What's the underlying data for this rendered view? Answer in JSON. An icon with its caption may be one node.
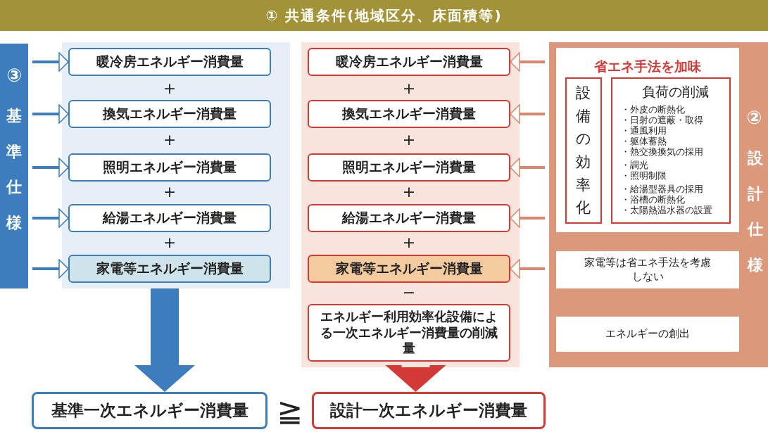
{
  "diagram": {
    "nodes": [
      {
        "text": [
          "① 共通条件(地域区分、床面積等)"
        ]
      },
      {
        "text": [
          "③",
          "基準仕様"
        ]
      },
      {
        "text": [],
        "shape": "box"
      },
      {
        "text": [
          "暖冷房エネルギー消費量"
        ],
        "in": 2
      },
      {
        "text": [
          "換気エネルギー消費量"
        ],
        "in": 2
      },
      {
        "text": [
          "照明エネルギー消費量"
        ],
        "in": 2
      },
      {
        "text": [
          "給湯エネルギー消費量"
        ],
        "in": 2
      },
      {
        "text": [
          "家電等エネルギー消費量"
        ],
        "in": 2
      },
      {
        "text": [],
        "shape": "box"
      },
      {
        "text": [
          "暖冷房エネルギー消費量"
        ],
        "in": 8
      },
      {
        "text": [
          "換気エネルギー消費量"
        ],
        "in": 8
      },
      {
        "text": [
          "照明エネルギー消費量"
        ],
        "in": 8
      },
      {
        "text": [
          "給湯エネルギー消費量"
        ],
        "in": 8
      },
      {
        "text": [
          "家電等エネルギー消費量"
        ],
        "in": 8
      },
      {
        "text": [
          "エネルギー利用効率化設備による一次エネルギー消費量の削減量"
        ],
        "in": 8
      },
      {
        "text": [
          "②",
          "設計仕様"
        ]
      },
      {
        "text": [
          "省エネ手法を加味"
        ],
        "in": 15
      },
      {
        "text": [
          "設備の効率化"
        ],
        "in": 16
      },
      {
        "text": [
          "負荷の削減",
          "・外皮の断熱化",
          "・日射の遮蔽・取得",
          "・通風利用",
          "・躯体蓄熱",
          "・熱交換換気の採用",
          "・調光",
          "・照明制限",
          "・給湯型器具の採用",
          "・浴槽の断熱化",
          "・太陽熱温水器の設置"
        ],
        "in": 16
      },
      {
        "text": [
          "家電等は省エネ手法を考慮しない"
        ],
        "in": 15
      },
      {
        "text": [
          "エネルギーの創出"
        ],
        "in": 15
      },
      {
        "text": [
          "基準一次エネルギー消費量"
        ]
      },
      {
        "text": [
          "設計一次エネルギー消費量"
        ]
      }
    ],
    "edges": [
      {
        "from": 1,
        "to": 3,
        "arrow": "to",
        "color": "#3b7dbd"
      },
      {
        "from": 1,
        "to": 4,
        "arrow": "to",
        "color": "#3b7dbd"
      },
      {
        "from": 1,
        "to": 5,
        "arrow": "to",
        "color": "#3b7dbd"
      },
      {
        "from": 1,
        "to": 6,
        "arrow": "to",
        "color": "#3b7dbd"
      },
      {
        "from": 1,
        "to": 7,
        "arrow": "to",
        "color": "#3b7dbd"
      },
      {
        "from": 15,
        "to": 9,
        "arrow": "to",
        "color": "#d9876c"
      },
      {
        "from": 15,
        "to": 10,
        "arrow": "to",
        "color": "#d9876c"
      },
      {
        "from": 15,
        "to": 11,
        "arrow": "to",
        "color": "#d9876c"
      },
      {
        "from": 15,
        "to": 12,
        "arrow": "to",
        "color": "#d9876c"
      },
      {
        "from": 15,
        "to": 13,
        "arrow": "to",
        "color": "#d9876c"
      },
      {
        "from": 2,
        "to": 21,
        "arrow": "to",
        "style": "thick",
        "color": "#3b7dbd"
      },
      {
        "from": 8,
        "to": 22,
        "arrow": "to",
        "style": "thick",
        "color": "#d43a35"
      }
    ],
    "labels": [
      "+",
      "+",
      "+",
      "+",
      "+",
      "+",
      "+",
      "+",
      "−",
      "≧"
    ]
  }
}
